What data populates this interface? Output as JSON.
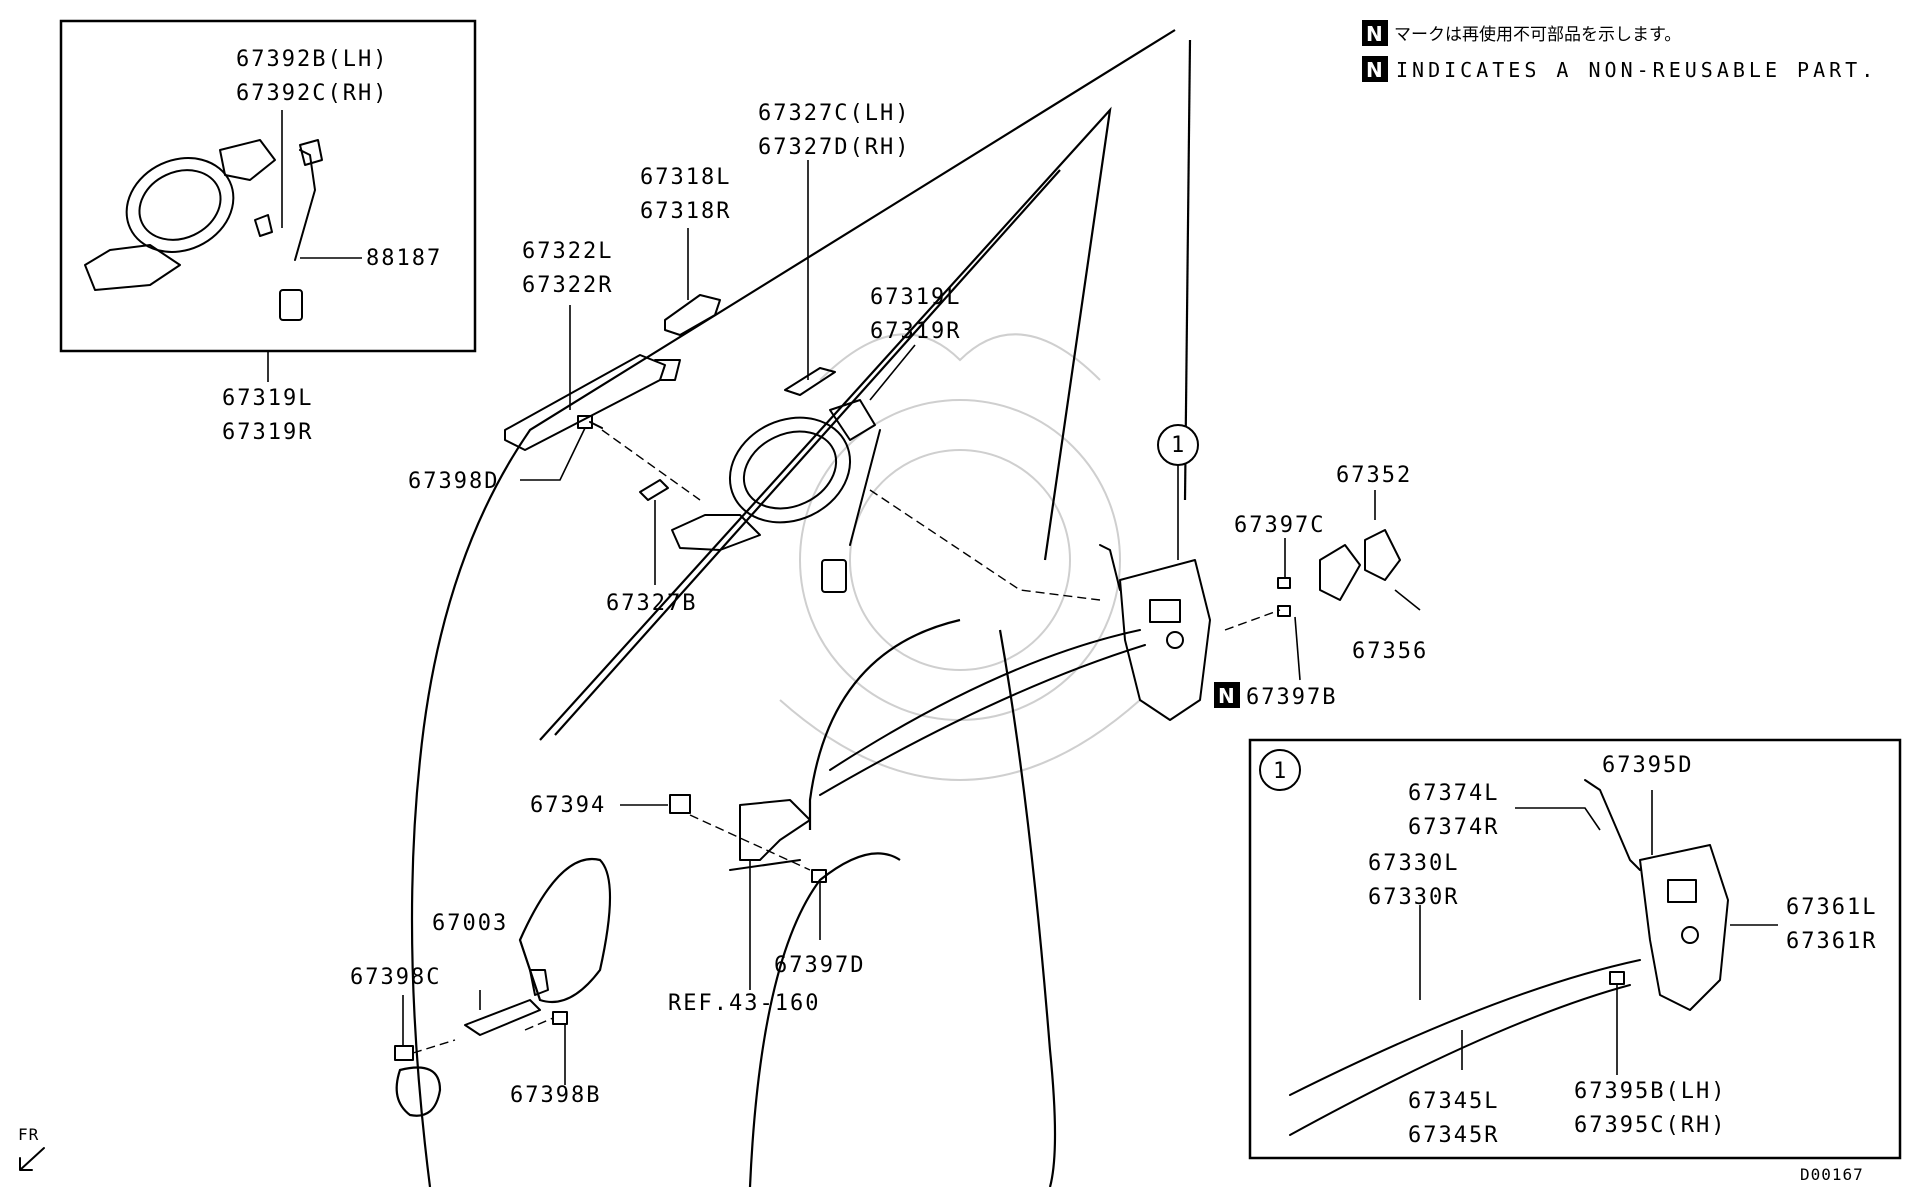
{
  "notes": {
    "jp_text": "マークは再使用不可部品を示します。",
    "en_text": "INDICATES A NON-REUSABLE PART.",
    "n_mark": "N"
  },
  "labels": {
    "p67392B": "67392B(LH)",
    "p67392C": "67392C(RH)",
    "p88187": "88187",
    "p67319L_a": "67319L",
    "p67319R_a": "67319R",
    "p67327C": "67327C(LH)",
    "p67327D": "67327D(RH)",
    "p67318L": "67318L",
    "p67318R": "67318R",
    "p67322L": "67322L",
    "p67322R": "67322R",
    "p67319L_b": "67319L",
    "p67319R_b": "67319R",
    "p67398D": "67398D",
    "p67327B": "67327B",
    "p67352": "67352",
    "p67397C": "67397C",
    "p67356": "67356",
    "p67397B": "67397B",
    "p67394": "67394",
    "p67003": "67003",
    "p67398C": "67398C",
    "p67398B": "67398B",
    "p67397D": "67397D",
    "ref": "REF.43-160",
    "p67395D": "67395D",
    "p67374L": "67374L",
    "p67374R": "67374R",
    "p67330L": "67330L",
    "p67330R": "67330R",
    "p67361L": "67361L",
    "p67361R": "67361R",
    "p67345L": "67345L",
    "p67345R": "67345R",
    "p67395B": "67395B(LH)",
    "p67395C": "67395C(RH)",
    "callout1": "1",
    "callout1_inset": "1",
    "fr": "FR",
    "diagram_id": "D00167"
  }
}
